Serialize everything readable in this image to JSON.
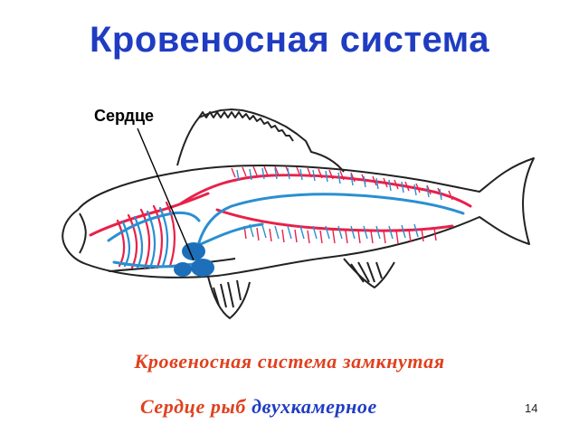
{
  "slide": {
    "title": "Кровеносная система",
    "heart_label": "Сердце",
    "caption_line1": "Кровеносная система замкнутая",
    "caption_line2_part1": "Сердце рыб ",
    "caption_line2_part2": "двухкамерное",
    "page_number": "14"
  },
  "colors": {
    "title": "#1f3cc2",
    "caption_red": "#e0401e",
    "artery_red": "#e8214a",
    "vein_blue": "#2a8fd0",
    "heart_blue": "#1c6fb8",
    "outline": "#222222"
  }
}
